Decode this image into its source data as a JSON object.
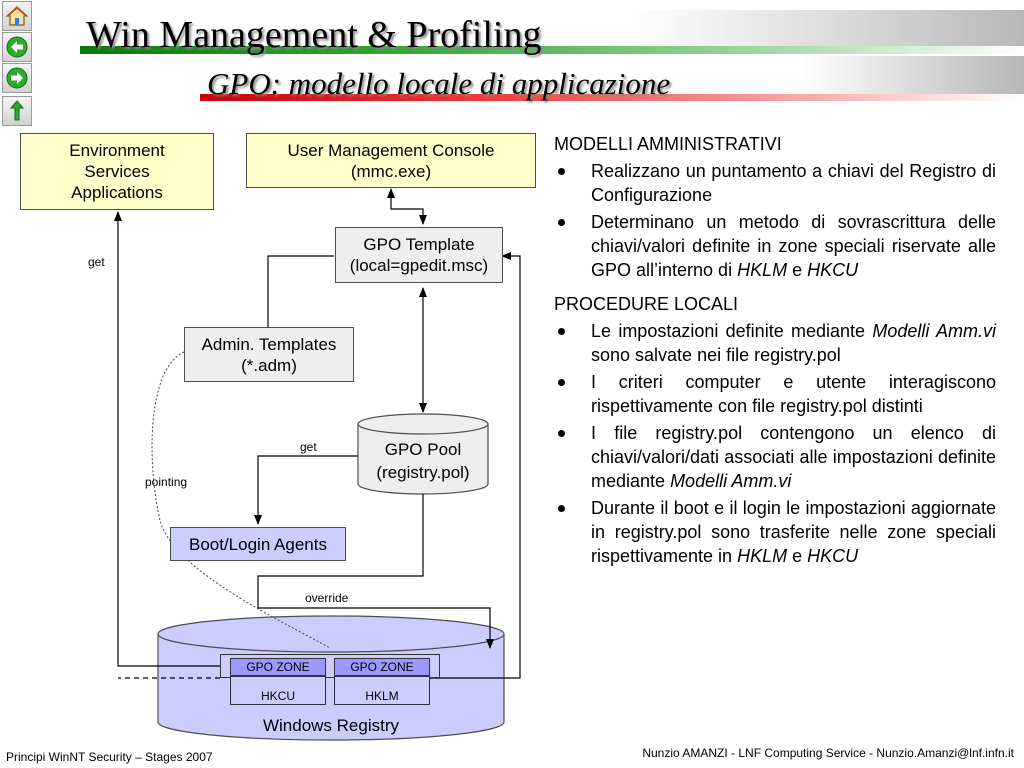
{
  "nav": {
    "items": [
      {
        "icon": "home-icon"
      },
      {
        "icon": "arrow-left-icon"
      },
      {
        "icon": "arrow-right-icon"
      },
      {
        "icon": "return-icon"
      }
    ]
  },
  "header": {
    "title": "Win Management & Profiling",
    "subtitle": "GPO: modello locale di applicazione"
  },
  "diagram": {
    "env_box": {
      "lines": [
        "Environment",
        "Services",
        "Applications"
      ]
    },
    "umc_box": {
      "lines": [
        "User Management Console",
        "(mmc.exe)"
      ]
    },
    "gpo_template": {
      "lines": [
        "GPO Template",
        "(local=gpedit.msc)"
      ]
    },
    "admin_templates": {
      "lines": [
        "Admin. Templates",
        "(*.adm)"
      ]
    },
    "gpo_pool": {
      "lines": [
        "GPO Pool",
        "(registry.pol)"
      ]
    },
    "boot_agents": {
      "label": "Boot/Login Agents"
    },
    "registry": {
      "label": "Windows Registry",
      "zones": [
        {
          "zone": "GPO ZONE",
          "hive": "HKCU"
        },
        {
          "zone": "GPO ZONE",
          "hive": "HKLM"
        }
      ]
    },
    "labels": {
      "get_left": "get",
      "get_mid": "get",
      "pointing": "pointing",
      "override": "override"
    },
    "colors": {
      "yellow_box": "#ffffcc",
      "grey_box": "#eeeeee",
      "agent_box": "#ccccff",
      "zone_header": "#9999ff",
      "green_bar": "#2a9a2a",
      "red_bar": "#e0000a"
    }
  },
  "content": {
    "sections": [
      {
        "heading": "MODELLI AMMINISTRATIVI",
        "bullets": [
          [
            {
              "t": "Realizzano un puntamento a chiavi del Registro di Configurazione"
            }
          ],
          [
            {
              "t": "Determinano un metodo di sovrascrittura delle chiavi/valori definite in zone speciali riservate alle GPO all’interno di "
            },
            {
              "t": "HKLM",
              "i": true
            },
            {
              "t": " e "
            },
            {
              "t": "HKCU",
              "i": true
            }
          ]
        ]
      },
      {
        "heading": "PROCEDURE LOCALI",
        "bullets": [
          [
            {
              "t": "Le impostazioni definite mediante "
            },
            {
              "t": "Modelli Amm.vi",
              "i": true
            },
            {
              "t": " sono salvate nei file registry.pol"
            }
          ],
          [
            {
              "t": "I criteri computer e utente interagiscono rispettivamente con file registry.pol distinti"
            }
          ],
          [
            {
              "t": "I file registry.pol contengono un elenco di chiavi/valori/dati associati alle impostazioni definite mediante "
            },
            {
              "t": "Modelli Amm.vi",
              "i": true
            }
          ],
          [
            {
              "t": "Durante il boot e il login le impostazioni aggiornate in registry.pol sono trasferite nelle zone speciali rispettivamente in "
            },
            {
              "t": "HKLM",
              "i": true
            },
            {
              "t": " e "
            },
            {
              "t": "HKCU",
              "i": true
            }
          ]
        ]
      }
    ]
  },
  "footer": {
    "left": "Principi WinNT Security – Stages 2007",
    "right": "Nunzio AMANZI - LNF Computing Service - Nunzio.Amanzi@lnf.infn.it"
  }
}
